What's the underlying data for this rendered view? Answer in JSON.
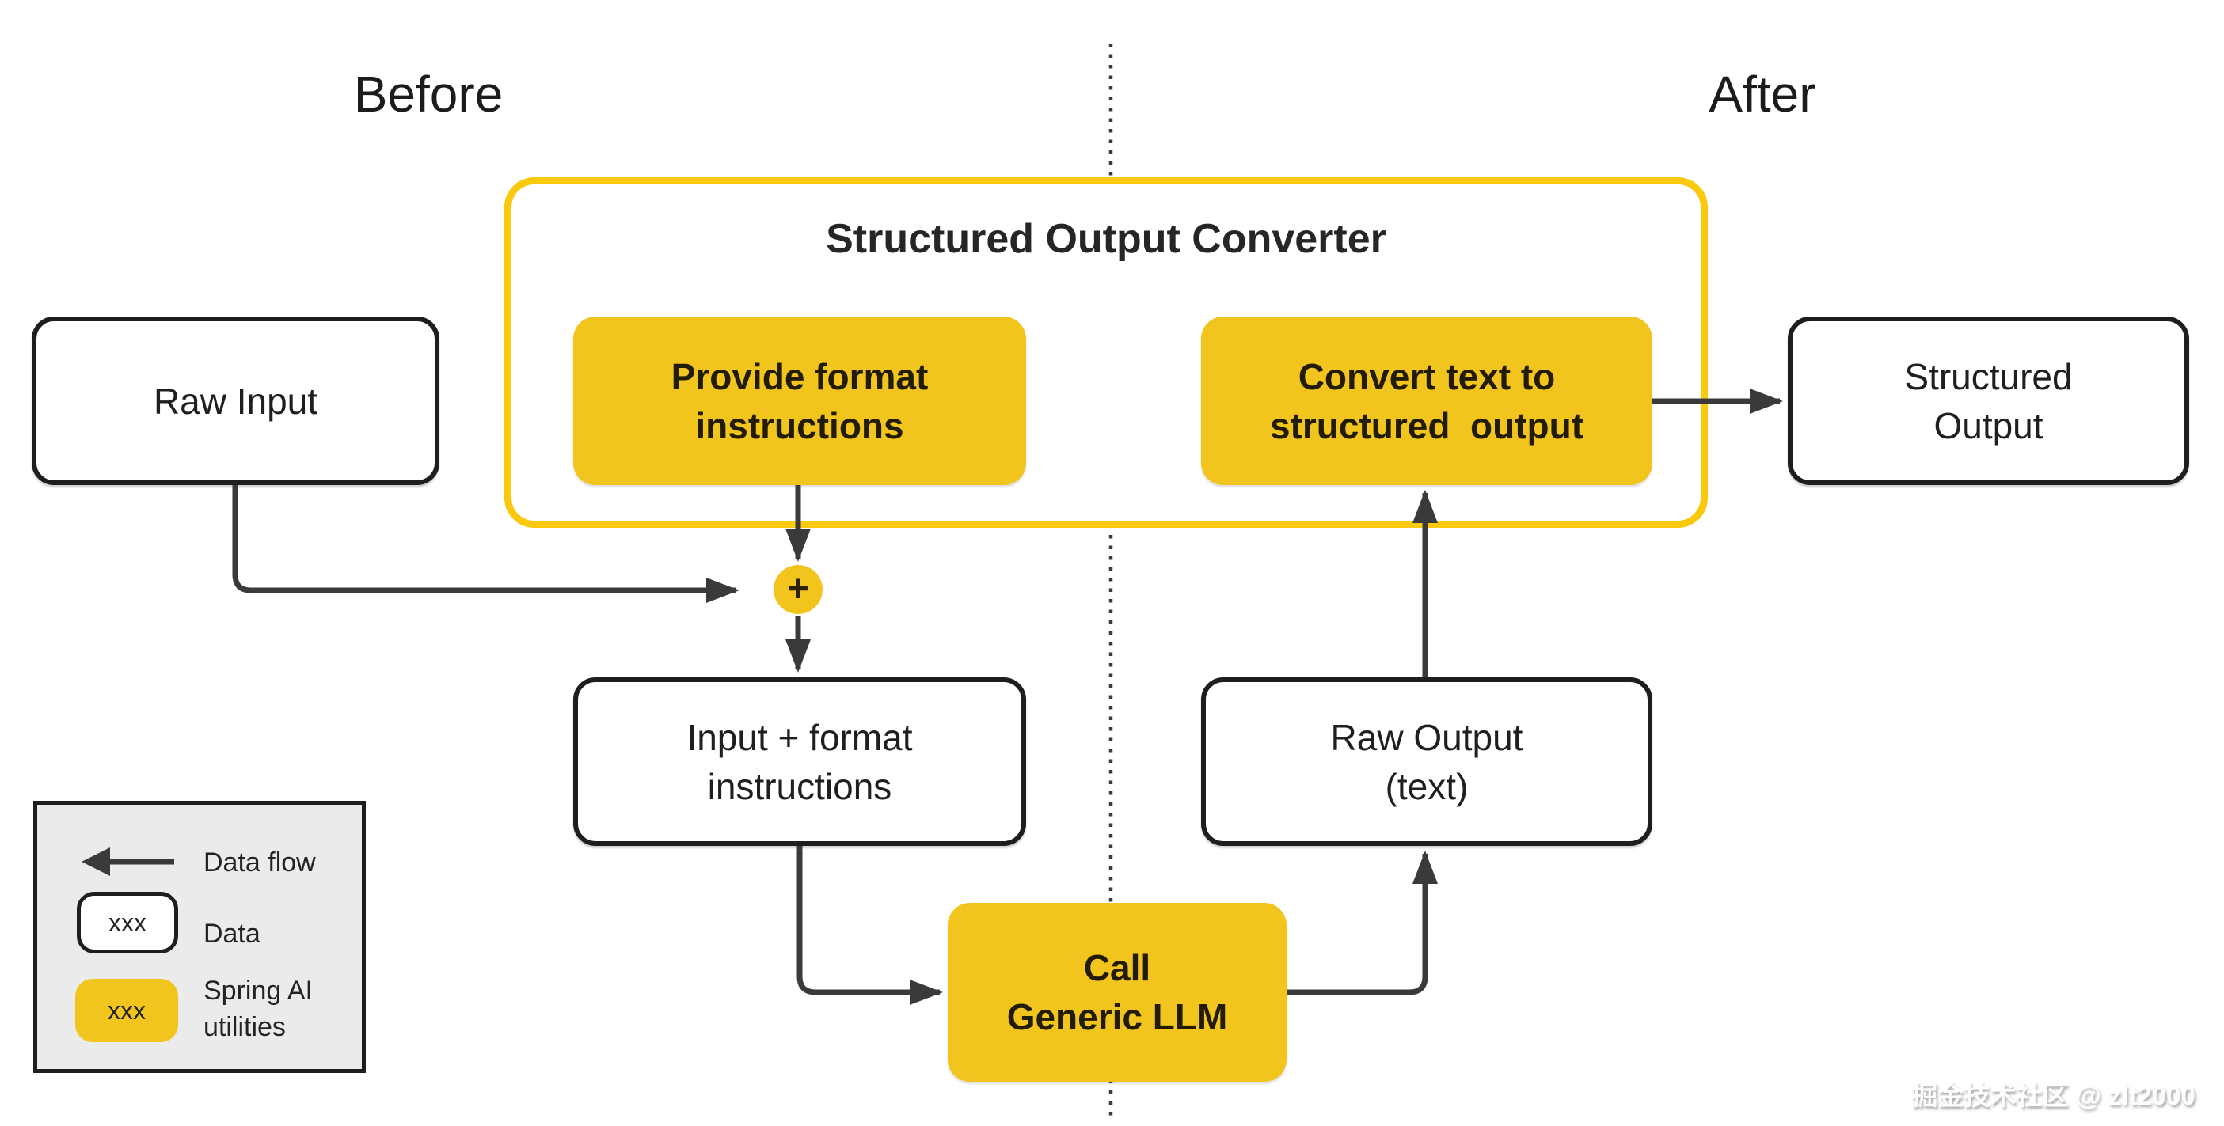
{
  "headers": {
    "before": "Before",
    "after": "After"
  },
  "converter": {
    "title": "Structured Output Converter",
    "steps": [
      {
        "id": "provide-format",
        "label": "Provide format\ninstructions"
      },
      {
        "id": "convert-text",
        "label": "Convert text to\nstructured  output"
      }
    ]
  },
  "nodes": {
    "raw_input": "Raw Input",
    "structured_output": "Structured\nOutput",
    "input_format_instructions": "Input + format\ninstructions",
    "raw_output": "Raw Output\n(text)",
    "call_generic_llm": "Call\nGeneric LLM",
    "plus": "+"
  },
  "legend": {
    "data_flow_label": "Data flow",
    "data_label": "Data",
    "spring_ai_label": "Spring AI\nutilities",
    "sample": "xxx"
  },
  "watermark": "掘金技术社区 @ zlt2000",
  "colors": {
    "utility_yellow": "#F2C41E",
    "container_border_yellow": "#FBC90B",
    "arrow_dark": "#3A3A3A",
    "box_border": "#1E1E1E",
    "legend_background": "#EBEBEB"
  }
}
